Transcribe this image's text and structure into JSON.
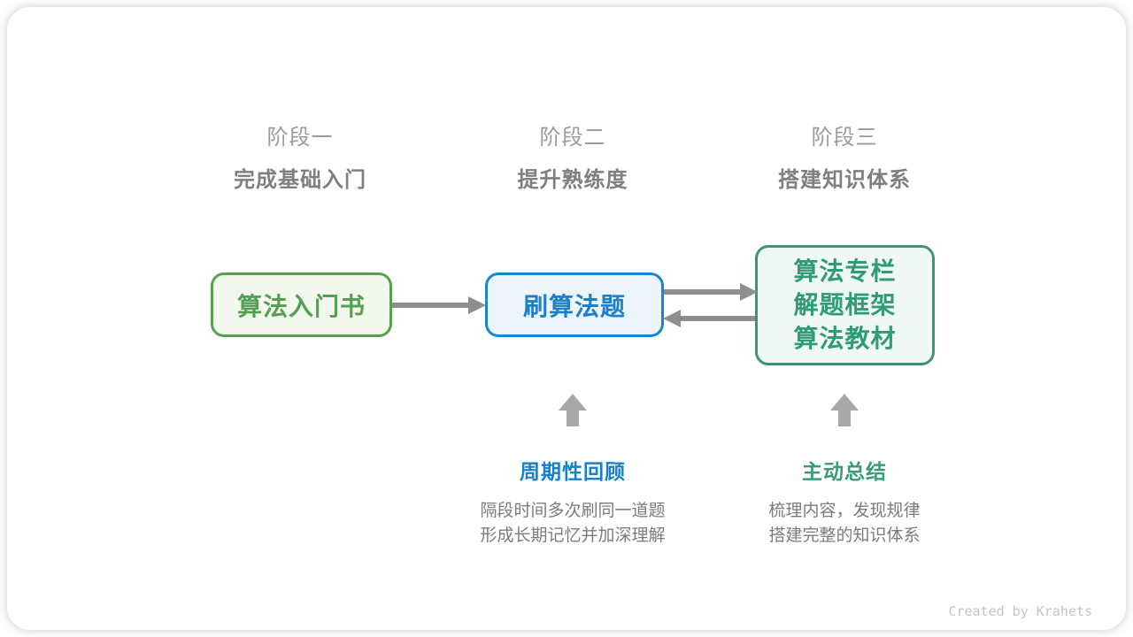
{
  "diagram": {
    "title_semantic": "algorithm-learning-roadmap",
    "stages": [
      {
        "label": "阶段一",
        "subtitle": "完成基础入门"
      },
      {
        "label": "阶段二",
        "subtitle": "提升熟练度"
      },
      {
        "label": "阶段三",
        "subtitle": "搭建知识体系"
      }
    ],
    "nodes": [
      {
        "id": "node-1",
        "lines": [
          "算法入门书"
        ],
        "border_color": "#57a14e",
        "bg_color": "#f2f8ee",
        "text_color": "#52a052"
      },
      {
        "id": "node-2",
        "lines": [
          "刷算法题"
        ],
        "border_color": "#1c86cc",
        "bg_color": "#ecf5fc",
        "text_color": "#1b80c9"
      },
      {
        "id": "node-3",
        "lines": [
          "算法专栏",
          "解题框架",
          "算法教材"
        ],
        "border_color": "#3b9478",
        "bg_color": "#f0f8f3",
        "text_color": "#2f9b79"
      }
    ],
    "connections": [
      {
        "from": "node-1",
        "to": "node-2",
        "direction": "right"
      },
      {
        "from": "node-2",
        "to": "node-3",
        "direction": "right"
      },
      {
        "from": "node-3",
        "to": "node-2",
        "direction": "left"
      }
    ],
    "annotations": [
      {
        "points_to": "node-2",
        "title": "周期性回顾",
        "title_color": "#1781c8",
        "lines": [
          "隔段时间多次刷同一道题",
          "形成长期记忆并加深理解"
        ]
      },
      {
        "points_to": "node-3",
        "title": "主动总结",
        "title_color": "#3a9a7c",
        "lines": [
          "梳理内容，发现规律",
          "搭建完整的知识体系"
        ]
      }
    ],
    "footer_credit": "Created by Krahets",
    "colors": {
      "connector_arrow": "#8e8e8e",
      "up_block_arrow": "#a8a8a8",
      "stage_label": "#9b9b9b",
      "stage_subtitle": "#7f7f7f",
      "description_text": "#7c7c7c",
      "credit_text": "#c5c5c5"
    }
  }
}
